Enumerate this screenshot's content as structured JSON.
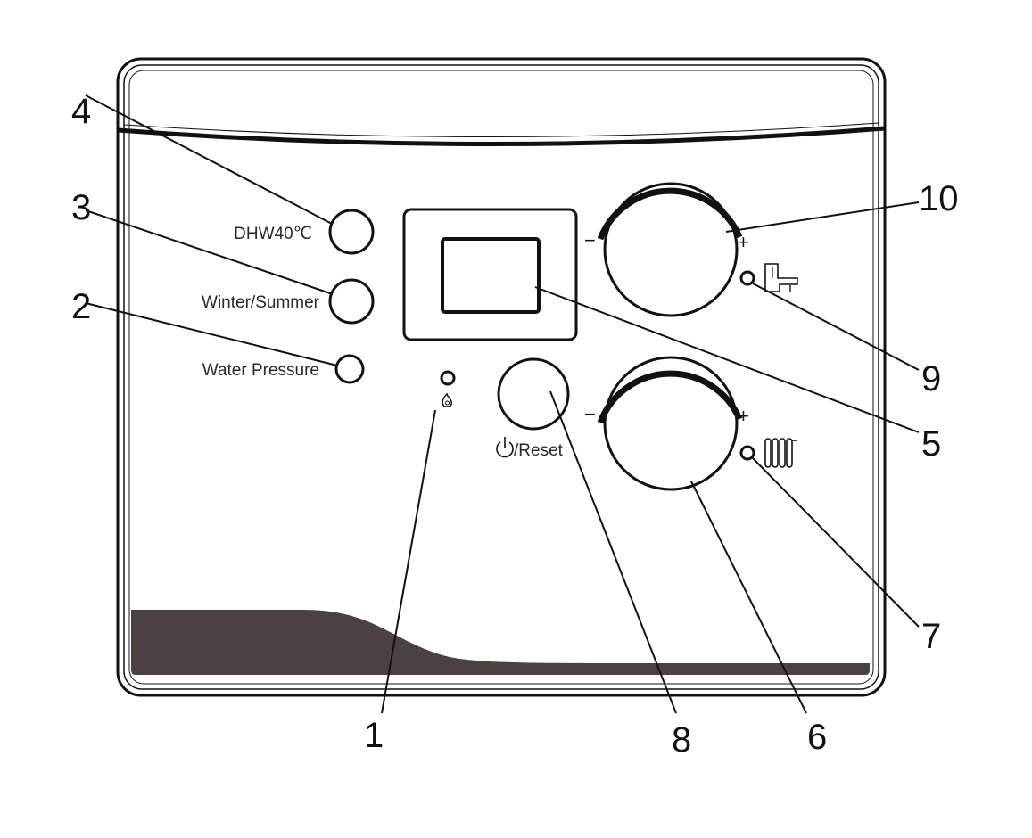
{
  "panel": {
    "base_color": "#4a4240",
    "outline_color": "#111111"
  },
  "labels": {
    "dhw": "DHW40℃",
    "winter_summer": "Winter/Summer",
    "water_pressure": "Water Pressure",
    "reset": "/Reset"
  },
  "knobs": {
    "minus": "−",
    "plus": "+"
  },
  "callouts": [
    "1",
    "2",
    "3",
    "4",
    "5",
    "6",
    "7",
    "8",
    "9",
    "10"
  ],
  "icons": {
    "flame": "flame-icon",
    "power": "power-icon",
    "tap": "tap-icon",
    "radiator": "radiator-icon"
  }
}
